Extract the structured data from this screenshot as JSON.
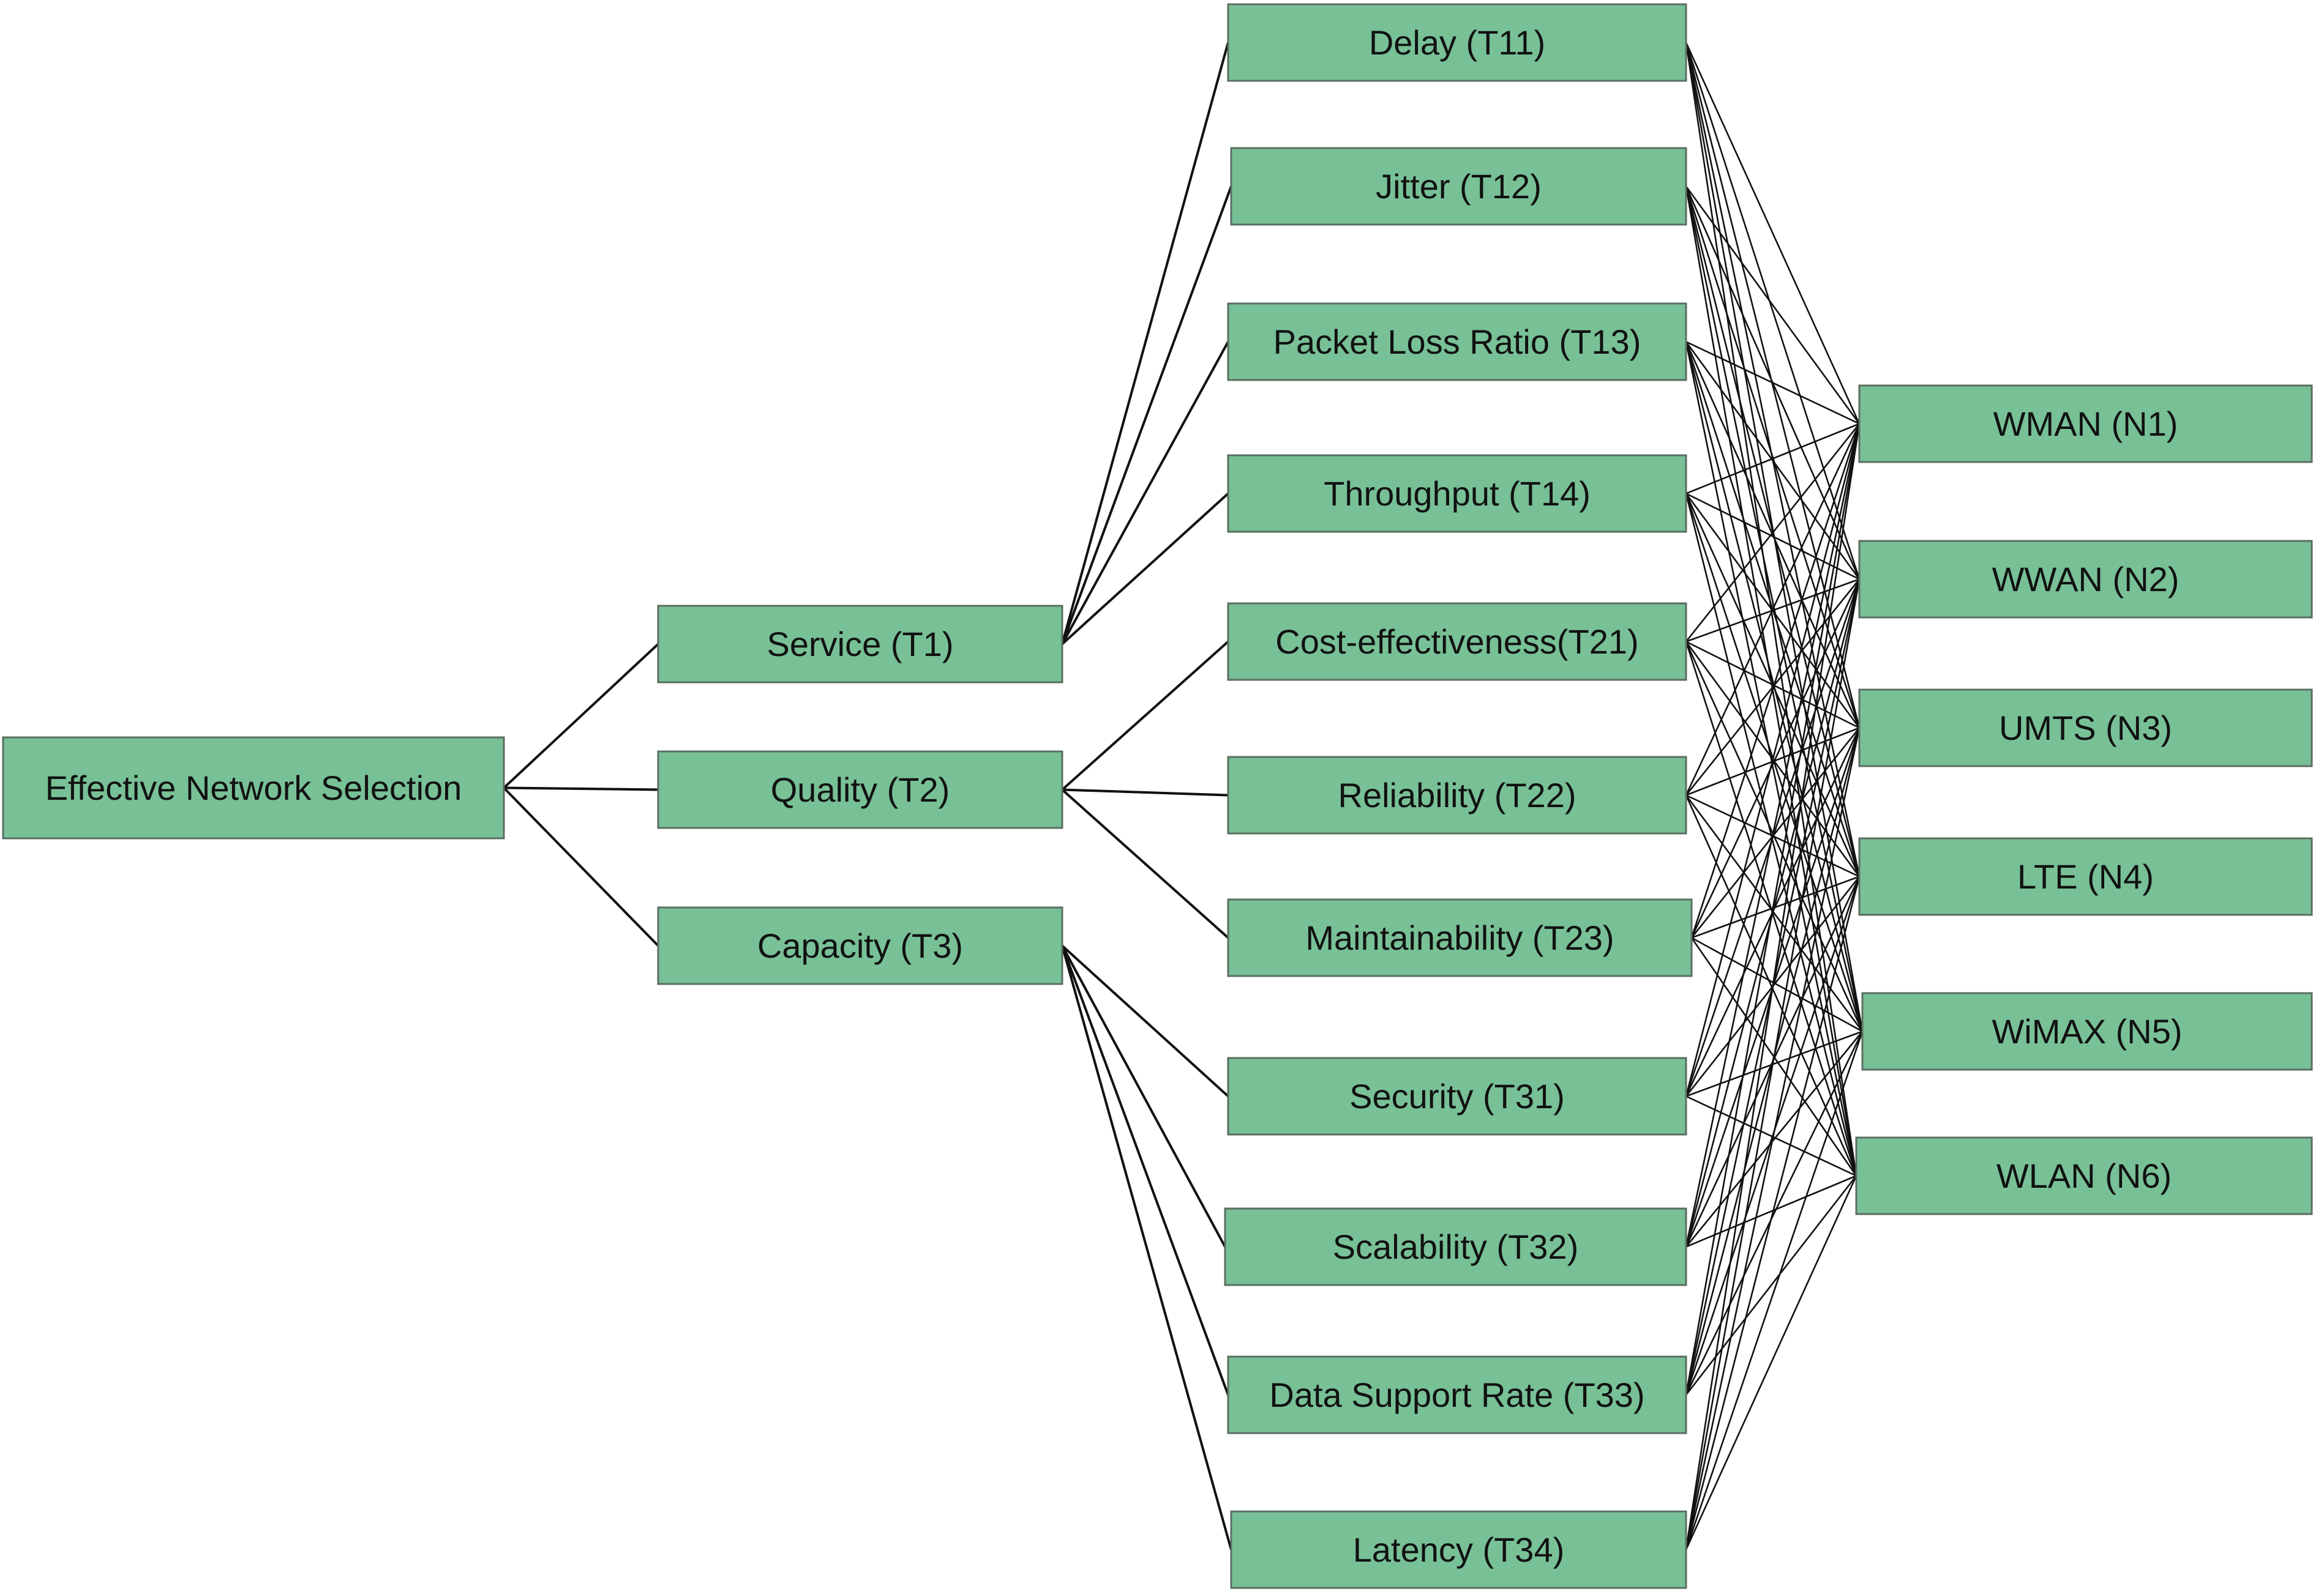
{
  "diagram": {
    "root": {
      "id": "root",
      "label": "Effective Network Selection"
    },
    "criteria": [
      {
        "id": "T1",
        "label": "Service (T1)"
      },
      {
        "id": "T2",
        "label": "Quality (T2)"
      },
      {
        "id": "T3",
        "label": "Capacity (T3)"
      }
    ],
    "subcriteria": [
      {
        "id": "T11",
        "label": "Delay (T11)",
        "parent": "T1"
      },
      {
        "id": "T12",
        "label": "Jitter (T12)",
        "parent": "T1"
      },
      {
        "id": "T13",
        "label": "Packet Loss Ratio (T13)",
        "parent": "T1"
      },
      {
        "id": "T14",
        "label": "Throughput (T14)",
        "parent": "T1"
      },
      {
        "id": "T21",
        "label": "Cost-effectiveness(T21)",
        "parent": "T2"
      },
      {
        "id": "T22",
        "label": "Reliability (T22)",
        "parent": "T2"
      },
      {
        "id": "T23",
        "label": "Maintainability (T23)",
        "parent": "T2"
      },
      {
        "id": "T31",
        "label": "Security (T31)",
        "parent": "T3"
      },
      {
        "id": "T32",
        "label": "Scalability (T32)",
        "parent": "T3"
      },
      {
        "id": "T33",
        "label": "Data Support Rate (T33)",
        "parent": "T3"
      },
      {
        "id": "T34",
        "label": "Latency (T34)",
        "parent": "T3"
      }
    ],
    "alternatives": [
      {
        "id": "N1",
        "label": "WMAN (N1)"
      },
      {
        "id": "N2",
        "label": "WWAN (N2)"
      },
      {
        "id": "N3",
        "label": "UMTS (N3)"
      },
      {
        "id": "N4",
        "label": "LTE (N4)"
      },
      {
        "id": "N5",
        "label": "WiMAX (N5)"
      },
      {
        "id": "N6",
        "label": "WLAN (N6)"
      }
    ],
    "colors": {
      "box_fill": "#78c096",
      "box_border": "#5a6e62",
      "line": "#111111"
    }
  }
}
